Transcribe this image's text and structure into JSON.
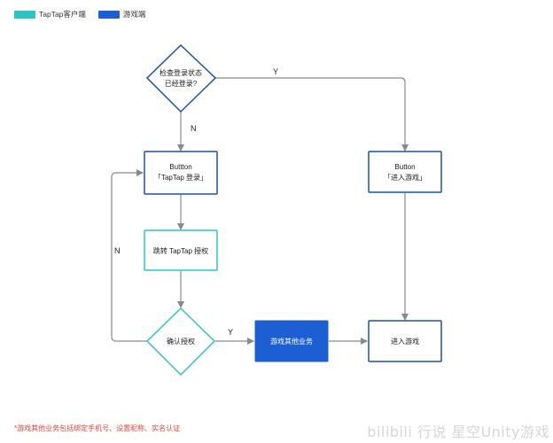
{
  "legend": {
    "client_label": "TapTap客户端",
    "client_color": "#2ec4c4",
    "game_label": "游戏端",
    "game_color": "#1d5fd3"
  },
  "nodes": {
    "check_login_line1": "检查登录状态",
    "check_login_line2": "已经登录?",
    "button_login_line1": "Buttton",
    "button_login_line2": "「TapTap 登录」",
    "jump_auth": "跳转 TapTap 授权",
    "confirm_auth": "确认授权",
    "game_other": "游戏其他业务",
    "button_enter_line1": "Button",
    "button_enter_line2": "「进入游戏」",
    "enter_game": "进入游戏"
  },
  "edges": {
    "yes_top": "Y",
    "no_top": "N",
    "no_left": "N",
    "yes_confirm": "Y"
  },
  "footnote": "*游戏其他业务包括绑定手机号、设置昵称、实名认证",
  "watermark": "bilibili 行说 星空Unity游戏",
  "colors": {
    "client_border": "#2ec4c4",
    "game_border": "#1d4fa8",
    "game_fill": "#1d5fd3",
    "arrow": "#8a8a8a"
  }
}
